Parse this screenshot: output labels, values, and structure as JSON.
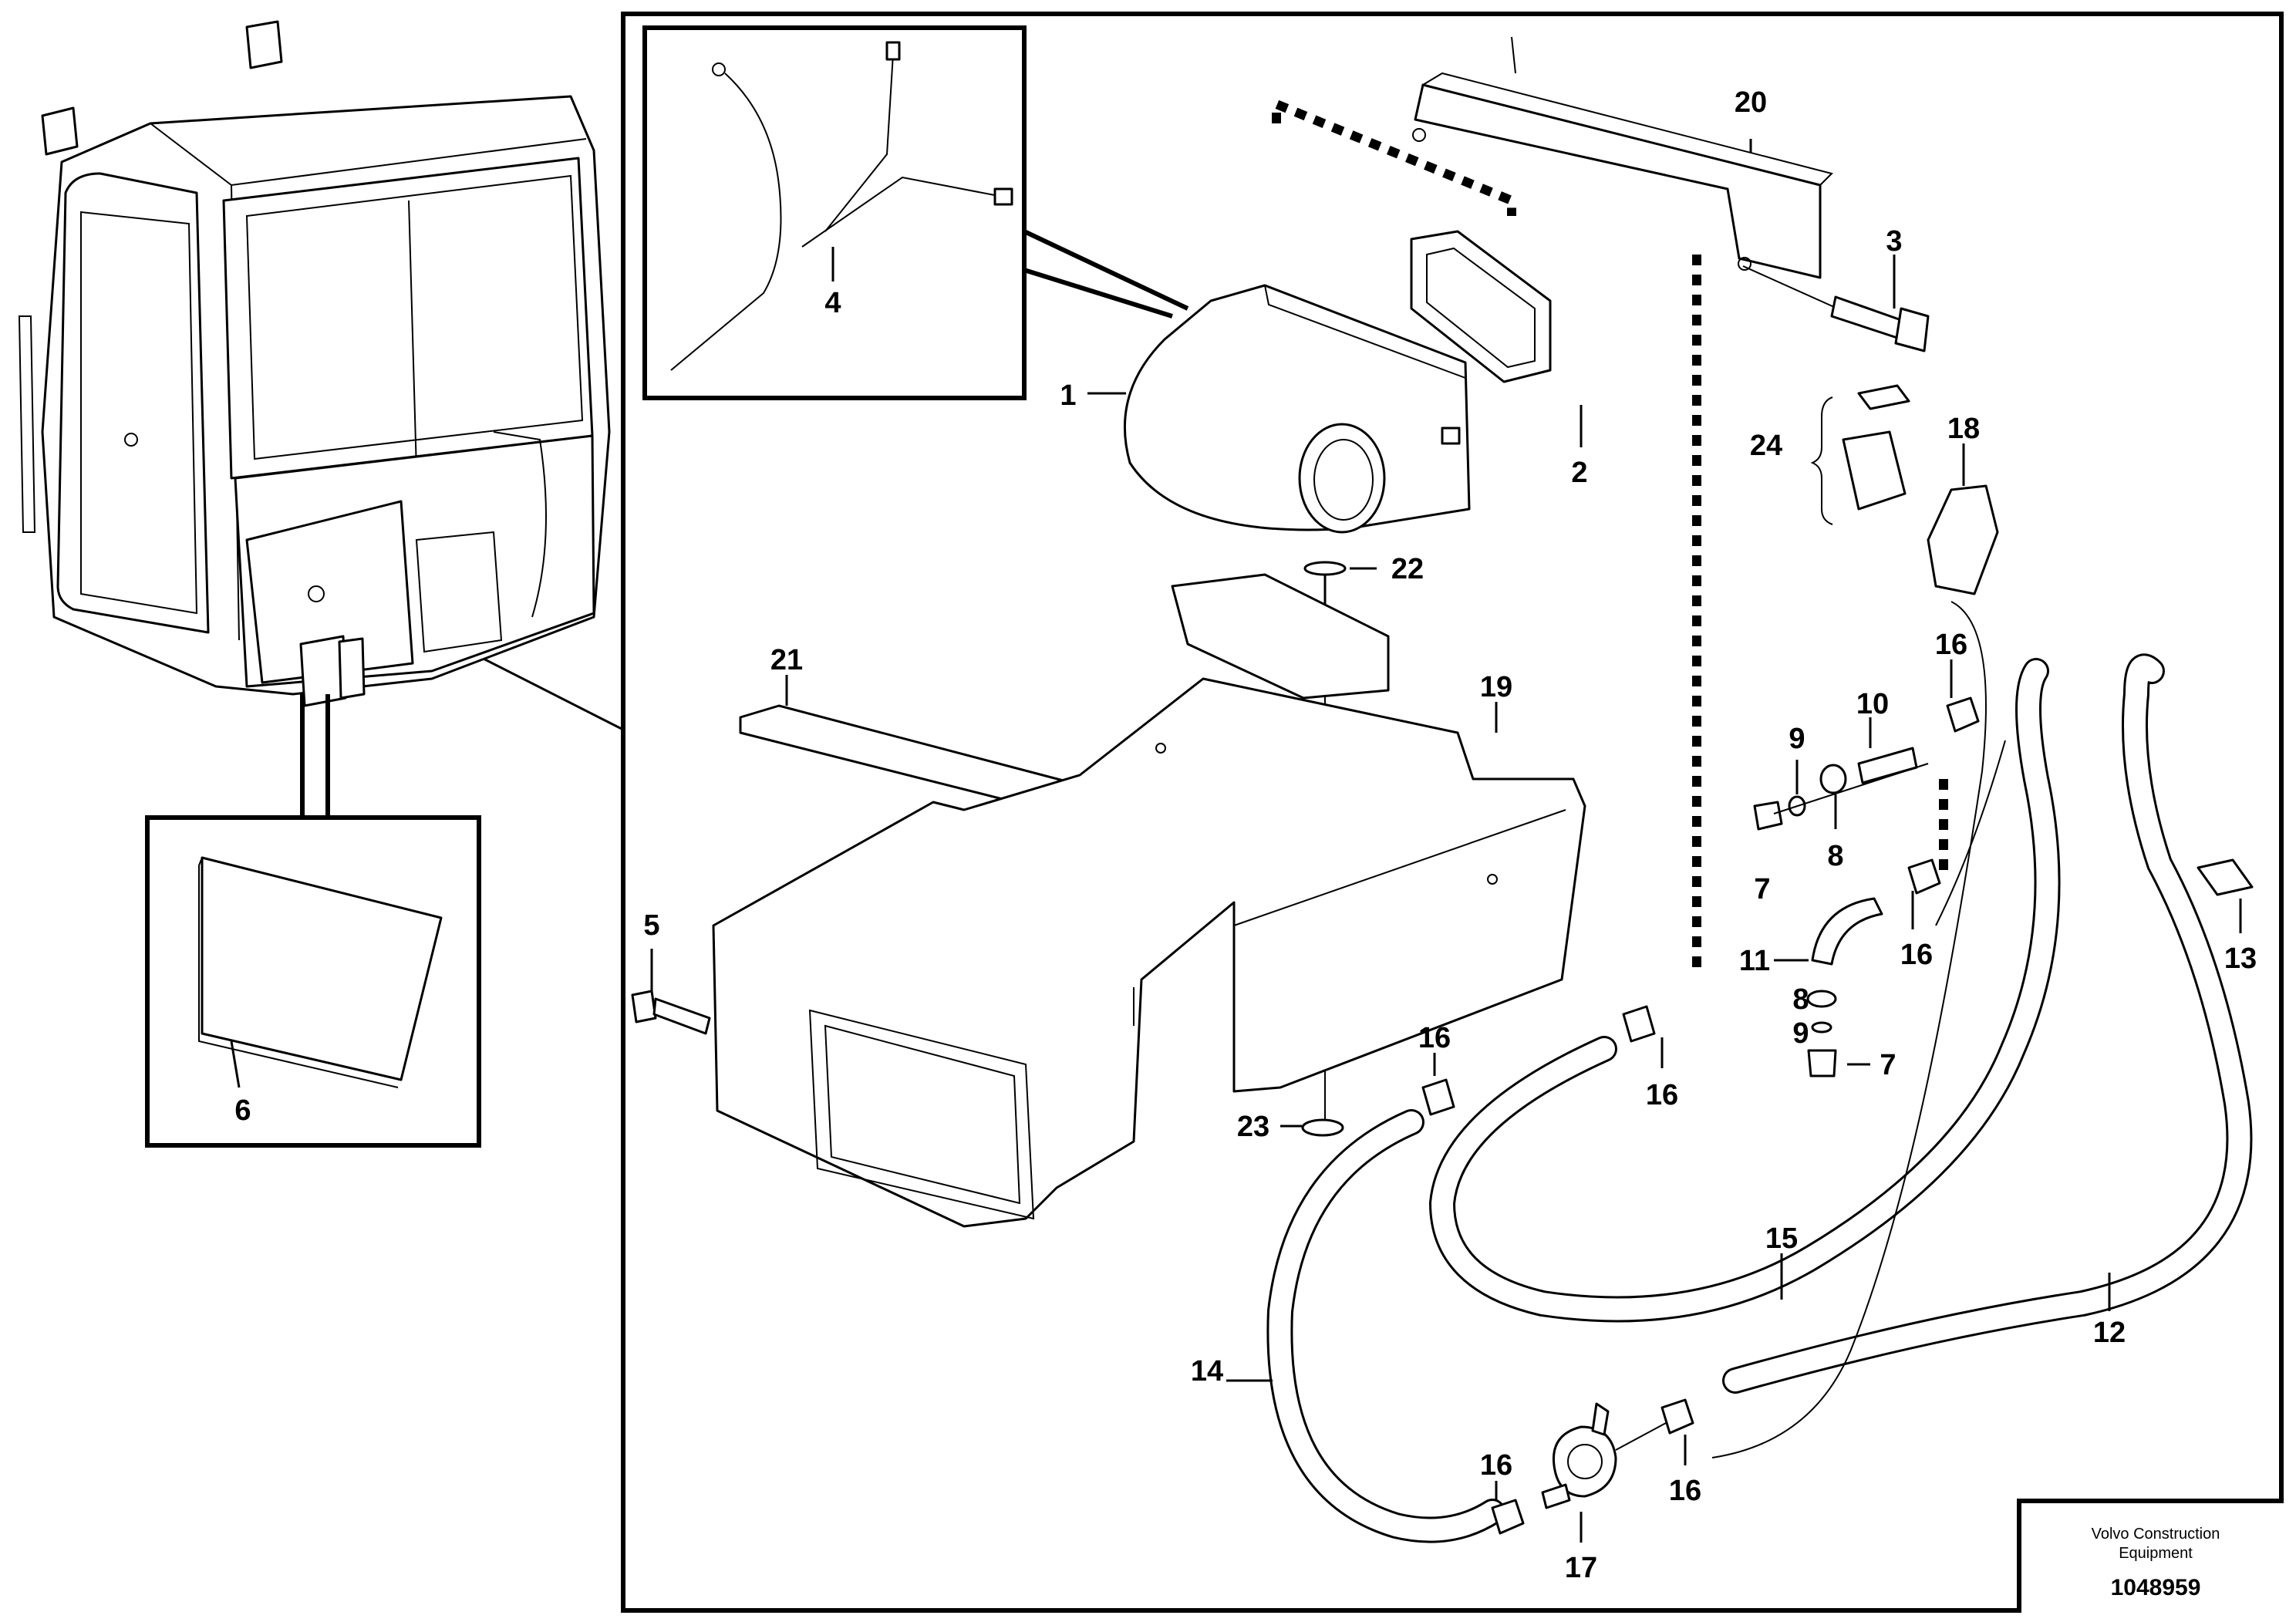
{
  "callouts": {
    "p1": "1",
    "p2": "2",
    "p3": "3",
    "p4": "4",
    "p5": "5",
    "p6": "6",
    "p7a": "7",
    "p7b": "7",
    "p8a": "8",
    "p8b": "8",
    "p9a": "9",
    "p9b": "9",
    "p10": "10",
    "p11": "11",
    "p12": "12",
    "p13": "13",
    "p14": "14",
    "p15": "15",
    "p16a": "16",
    "p16b": "16",
    "p16c": "16",
    "p16d": "16",
    "p16e": "16",
    "p16f": "16",
    "p17": "17",
    "p18": "18",
    "p19": "19",
    "p20": "20",
    "p21": "21",
    "p22": "22",
    "p23": "23",
    "p24": "24"
  },
  "footer": {
    "brand_line1": "Volvo Construction",
    "brand_line2": "Equipment",
    "doc_number": "1048959"
  }
}
